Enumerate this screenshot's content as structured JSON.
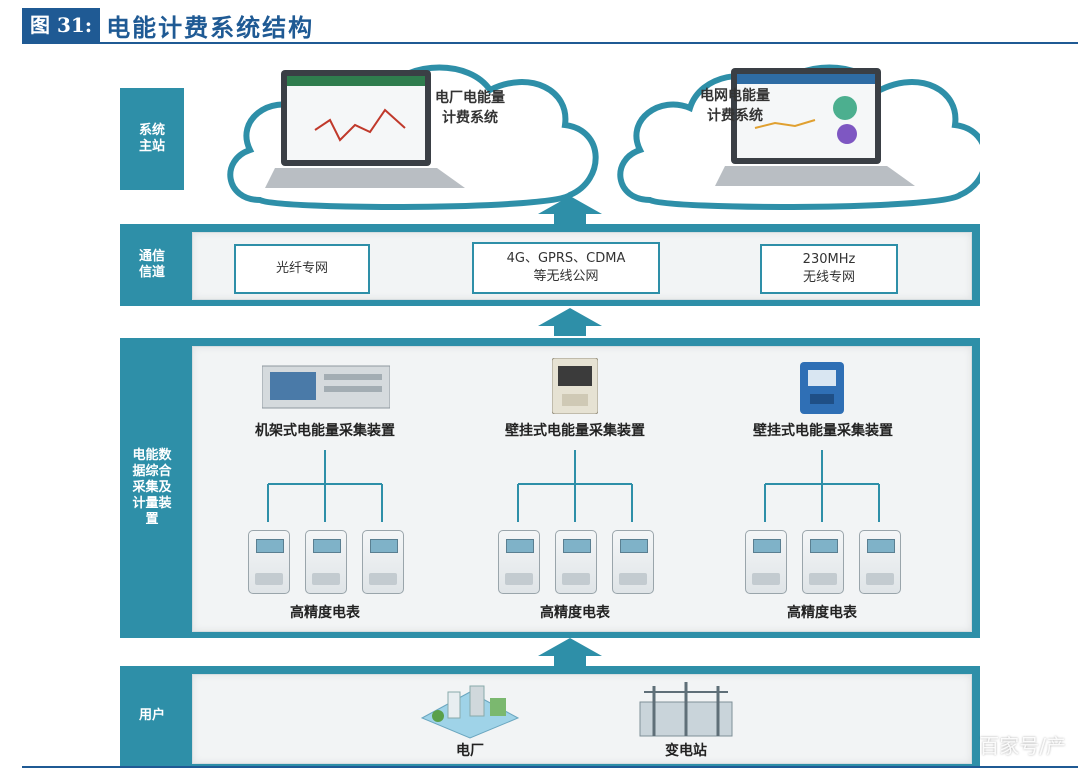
{
  "figure": {
    "label": "图 31:",
    "title": "电能计费系统结构"
  },
  "layers": {
    "master_station": "系统\n主站",
    "channel": "通信\n信道",
    "collection": "电能数\n据综合\n采集及\n计量装\n置",
    "user": "用户"
  },
  "clouds": [
    {
      "label": "电厂电能量\n计费系统"
    },
    {
      "label": "电网电能量\n计费系统"
    }
  ],
  "channels": [
    {
      "label": "光纤专网"
    },
    {
      "label": "4G、GPRS、CDMA\n等无线公网"
    },
    {
      "label": "230MHz\n无线专网"
    }
  ],
  "devices": [
    {
      "label": "机架式电能量采集装置"
    },
    {
      "label": "壁挂式电能量采集装置"
    },
    {
      "label": "壁挂式电能量采集装置"
    }
  ],
  "meter_group_label": "高精度电表",
  "users": [
    {
      "label": "电厂"
    },
    {
      "label": "变电站"
    }
  ],
  "watermark": "百家号/产"
}
